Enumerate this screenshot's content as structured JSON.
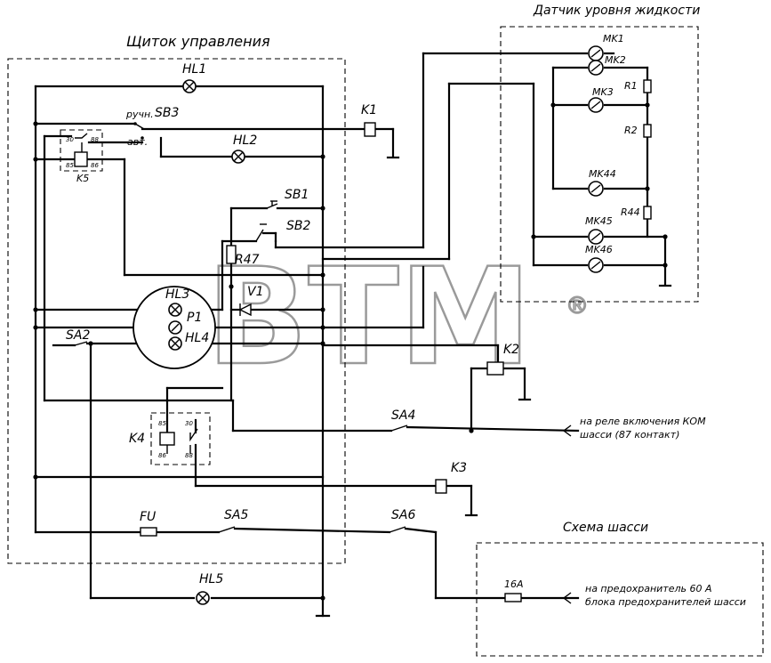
{
  "labels": {
    "panel_title": "Щиток управления",
    "sensor_title": "Датчик уровня жидкости",
    "chassis_title": "Схема шасси",
    "hl1": "HL1",
    "hl2": "HL2",
    "hl3": "HL3",
    "hl4": "HL4",
    "hl5": "HL5",
    "p1": "P1",
    "sb1": "SB1",
    "sb2": "SB2",
    "sb3": "SB3",
    "sb3_manual": "ручн.",
    "sb3_auto": "авт.",
    "sa2": "SA2",
    "sa4": "SA4",
    "sa5": "SA5",
    "sa6": "SA6",
    "k1": "K1",
    "k2": "K2",
    "k3": "K3",
    "k4": "K4",
    "k5": "K5",
    "r47": "R47",
    "v1": "V1",
    "fu": "FU",
    "mk1": "MK1",
    "mk2": "MK2",
    "mk3": "MK3",
    "mk44": "MK44",
    "mk45": "MK45",
    "mk46": "MK46",
    "r1": "R1",
    "r2": "R2",
    "r44": "R44",
    "fuse16": "16A",
    "k5_pins": [
      "30",
      "88",
      "85",
      "86"
    ],
    "k4_pins": [
      "85",
      "30",
      "86",
      "88"
    ]
  },
  "notes": {
    "kom_line1": "на реле  включения КОМ",
    "kom_line2": "шасси (87 контакт)",
    "fuse_line1": "на предохранитель 60 А",
    "fuse_line2": "блока предохранителей шасси"
  },
  "watermark": {
    "text": "BTM",
    "registered": "®"
  }
}
